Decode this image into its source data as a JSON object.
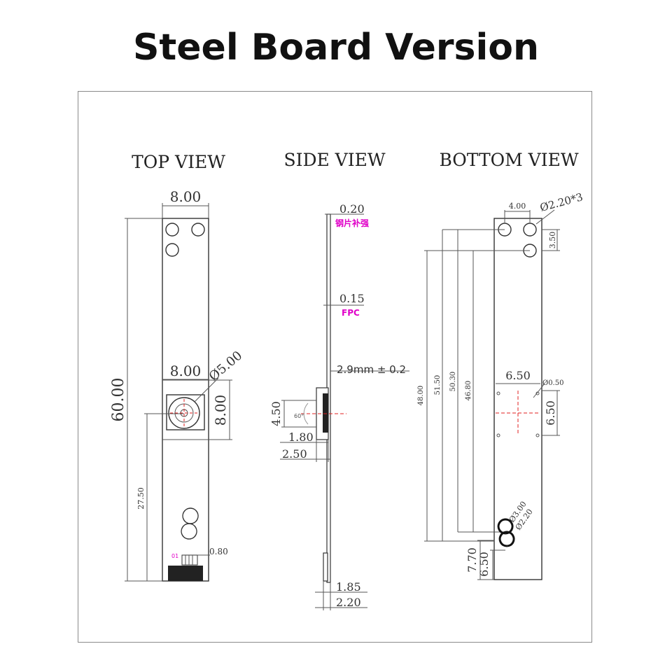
{
  "title": "Steel Board Version",
  "views": {
    "top": "TOP VIEW",
    "side": "SIDE VIEW",
    "bottom": "BOTTOM VIEW"
  },
  "top_view": {
    "width_top": "8.00",
    "width_mid": "8.00",
    "lens_dia": "Ø5.00",
    "lens_h": "8.00",
    "length": "60.00",
    "conn_dist": "27.50",
    "pin_label": "01",
    "pin_pitch": "0.80"
  },
  "side_view": {
    "steel_thk": "0.20",
    "steel_note": "钢片补强",
    "fpc_thk": "0.15",
    "fpc_note": "FPC",
    "height": "2.9mm ± 0.2",
    "lens_h": "4.50",
    "angle": "60°",
    "d1": "1.80",
    "d2": "2.50",
    "conn1": "1.85",
    "conn2": "2.20"
  },
  "bottom_view": {
    "hole_pitch": "4.00",
    "hole_dia": "Ø2.20*3",
    "hole_off": "3.50",
    "d48": "48.00",
    "d515": "51.50",
    "d503": "50.30",
    "d468": "46.80",
    "sq_w": "6.50",
    "sq_h": "6.50",
    "pad_dia": "Ø0.50",
    "slot_outer": "Ø3.00",
    "slot_inner": "Ø2.20",
    "d77": "7.70",
    "d65": "6.50"
  },
  "colors": {
    "magenta": "#e000c8",
    "red": "#e02020",
    "line": "#555555"
  }
}
